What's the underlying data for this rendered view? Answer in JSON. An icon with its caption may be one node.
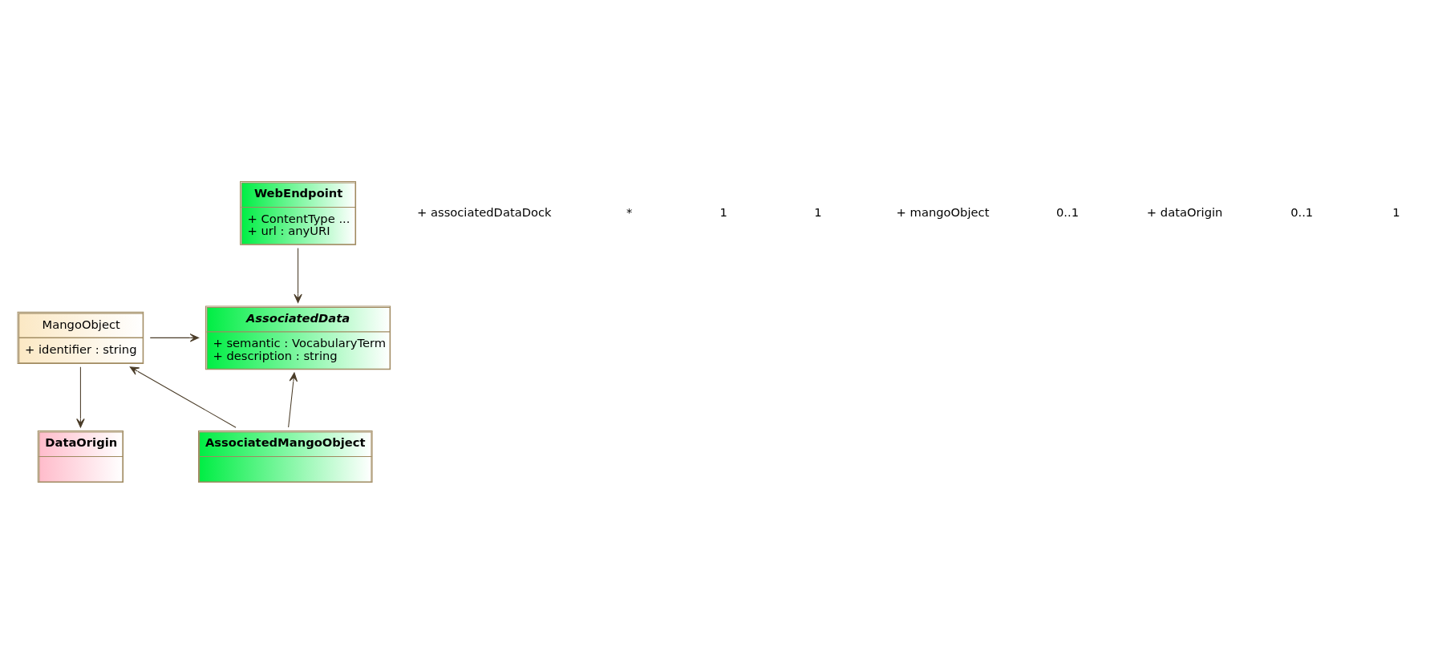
{
  "diagram": {
    "nodes": [
      {
        "text": [
          "AssociatedData",
          "+ semantic : VocabularyTerm",
          "+ description : string"
        ]
      },
      {
        "text": [
          "MangoObject",
          "+ identifier : string"
        ]
      },
      {
        "text": [
          "AssociatedMangoObject"
        ]
      },
      {
        "text": [
          "DataOrigin"
        ]
      },
      {
        "text": [
          "WebEndpoint",
          "+ ContentType ...",
          "+ url : anyURI"
        ]
      }
    ],
    "edges": [
      {
        "from": 1,
        "to": 0,
        "arrow": "to"
      },
      {
        "from": 2,
        "to": 1,
        "arrow": "to"
      },
      {
        "from": 1,
        "to": 3,
        "arrow": "to"
      },
      {
        "from": 2,
        "to": 0,
        "arrow": "to"
      },
      {
        "from": 4,
        "to": 0,
        "arrow": "to"
      }
    ],
    "labels": [
      "+ associatedDataDock",
      "*",
      "1",
      "1",
      "+ mangoObject",
      "0..1",
      "+ dataOrigin",
      "0..1",
      "1"
    ]
  }
}
